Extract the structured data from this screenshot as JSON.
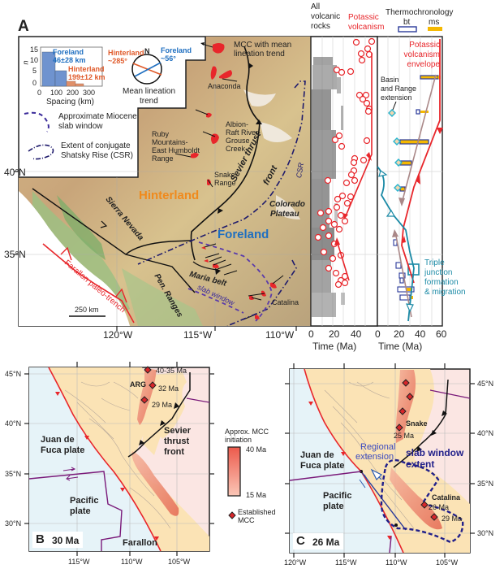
{
  "panel_a": {
    "letter": "A",
    "histogram": {
      "ylabel": "n",
      "yticks": [
        "15",
        "10",
        "5",
        "0"
      ],
      "xticks": [
        "0",
        "100",
        "200",
        "300"
      ],
      "xlabel": "Spacing (km)",
      "foreland_label": "Foreland",
      "foreland_value": "46±28 km",
      "hinterland_label": "Hinterland",
      "hinterland_value": "199±12 km",
      "foreland_color": "#6f93cf",
      "hinterland_color": "#e0906a"
    },
    "rose": {
      "north": "N",
      "hinterland_label": "Hinterland",
      "hinterland_value": "~285°",
      "foreland_label": "Foreland",
      "foreland_value": "~56°",
      "caption_line1": "Mean lineation",
      "caption_line2": "trend"
    },
    "legend": {
      "mcc_line1": "MCC with mean",
      "mcc_line2": "lineation trend",
      "slab_line1": "Approximate Miocene",
      "slab_line2": "slab window",
      "csr_line1": "Extent of conjugate",
      "csr_line2": "Shatsky Rise (CSR)"
    },
    "map_labels": {
      "anaconda": "Anaconda",
      "albion_1": "Albion-",
      "albion_2": "Raft River-",
      "albion_3": "Grouse",
      "albion_4": "Creek",
      "ruby_1": "Ruby",
      "ruby_2": "Mountains-",
      "ruby_3": "East Humboldt",
      "ruby_4": "Range",
      "snake_1": "Snake",
      "snake_2": "Range",
      "hinterland": "Hinterland",
      "foreland": "Foreland",
      "sevier": "Sevier thrust",
      "sevier_2": "front",
      "colorado_1": "Colorado",
      "colorado_2": "Plateau",
      "csr": "CSR",
      "sierra": "Sierra Nevada",
      "farallon": "Farallon paleo-trench",
      "maria": "Maria belt",
      "pen_ranges": "Pen. Ranges",
      "slab_window": "slab window",
      "catalina": "Catalina",
      "scale": "250 km"
    },
    "lat_ticks": [
      "40°N",
      "35°N"
    ],
    "lon_ticks": [
      "120°W",
      "115°W",
      "110°W"
    ],
    "volcanic_panel": {
      "header_1": "All",
      "header_2": "volcanic",
      "header_3": "rocks",
      "potassic_1": "Potassic",
      "potassic_2": "volcanism",
      "xticks": [
        "0",
        "20",
        "40"
      ],
      "xlabel": "Time (Ma)"
    },
    "thermo_panel": {
      "header": "Thermochronology",
      "bt": "bt",
      "ms": "ms",
      "envelope_1": "Potassic",
      "envelope_2": "volcanism",
      "envelope_3": "envelope",
      "basin_1": "Basin",
      "basin_2": "and Range",
      "basin_3": "extension",
      "triple_1": "Triple",
      "triple_2": "junction",
      "triple_3": "formation",
      "triple_4": "& migration",
      "xticks": [
        "0",
        "20",
        "40",
        "60"
      ],
      "xlabel": "Time (Ma)"
    }
  },
  "panel_b": {
    "letter": "B",
    "age": "30 Ma",
    "lat_ticks": [
      "45°N",
      "40°N",
      "35°N",
      "30°N"
    ],
    "lon_ticks": [
      "115°W",
      "110°W",
      "105°W"
    ],
    "labels": {
      "arg": "ARG",
      "age1": "40-35 Ma",
      "age2": "32 Ma",
      "age3": "29 Ma",
      "jdf_1": "Juan de",
      "jdf_2": "Fuca plate",
      "pacific_1": "Pacific",
      "pacific_2": "plate",
      "sevier_1": "Sevier",
      "sevier_2": "thrust",
      "sevier_3": "front",
      "farallon": "Farallon"
    }
  },
  "legend_mid": {
    "title_1": "Approx. MCC",
    "title_2": "initiation",
    "max": "40 Ma",
    "min": "15 Ma",
    "established_1": "Established",
    "established_2": "MCC"
  },
  "panel_c": {
    "letter": "C",
    "age": "26 Ma",
    "lat_ticks": [
      "45°N",
      "40°N",
      "35°N",
      "30°N"
    ],
    "lon_ticks": [
      "120°W",
      "115°W",
      "110°W",
      "105°W"
    ],
    "labels": {
      "snake": "Snake",
      "age_snake": "25 Ma",
      "regional_1": "Regional",
      "regional_2": "extension",
      "slab_1": "slab window",
      "slab_2": "extent",
      "jdf_1": "Juan de",
      "jdf_2": "Fuca plate",
      "pacific_1": "Pacific",
      "pacific_2": "plate",
      "catalina": "Catalina",
      "age_c1": "26 Ma",
      "age_c2": "29 Ma"
    }
  },
  "colors": {
    "red": "#e8262b",
    "blue": "#1f6fc0",
    "orange": "#f08a1c",
    "teal": "#1b8aa6",
    "navy": "#1e1a8c",
    "ocean": "#e6f3f8",
    "land": "#fbe3b5",
    "pink": "#fbe6e3"
  }
}
